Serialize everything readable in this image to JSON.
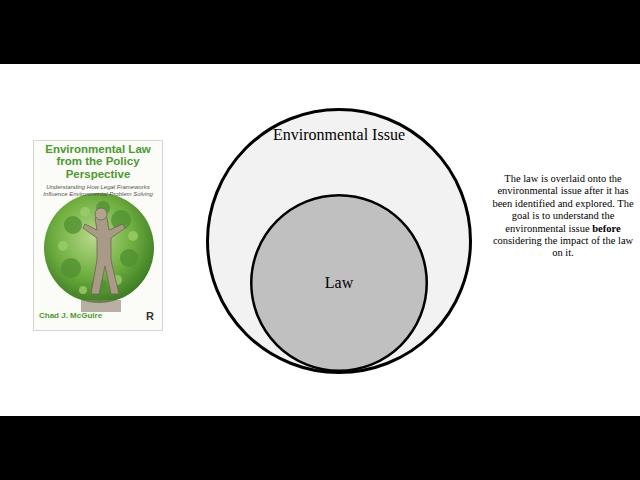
{
  "diagram": {
    "nodes": [
      {
        "text": [
          "Environmental Issue"
        ]
      },
      {
        "text": [
          "Law"
        ],
        "in": 0
      }
    ],
    "labels": [
      "Environmental Law from the Policy Perspective",
      "Understanding How Legal Frameworks Influence Environmental Problem Solving",
      "Chad J. McGuire",
      "R",
      "The law is overlaid onto the environmental issue after it has been identified and explored. The goal is to understand the environmental issue",
      "before",
      "considering the impact of the law on it."
    ]
  }
}
